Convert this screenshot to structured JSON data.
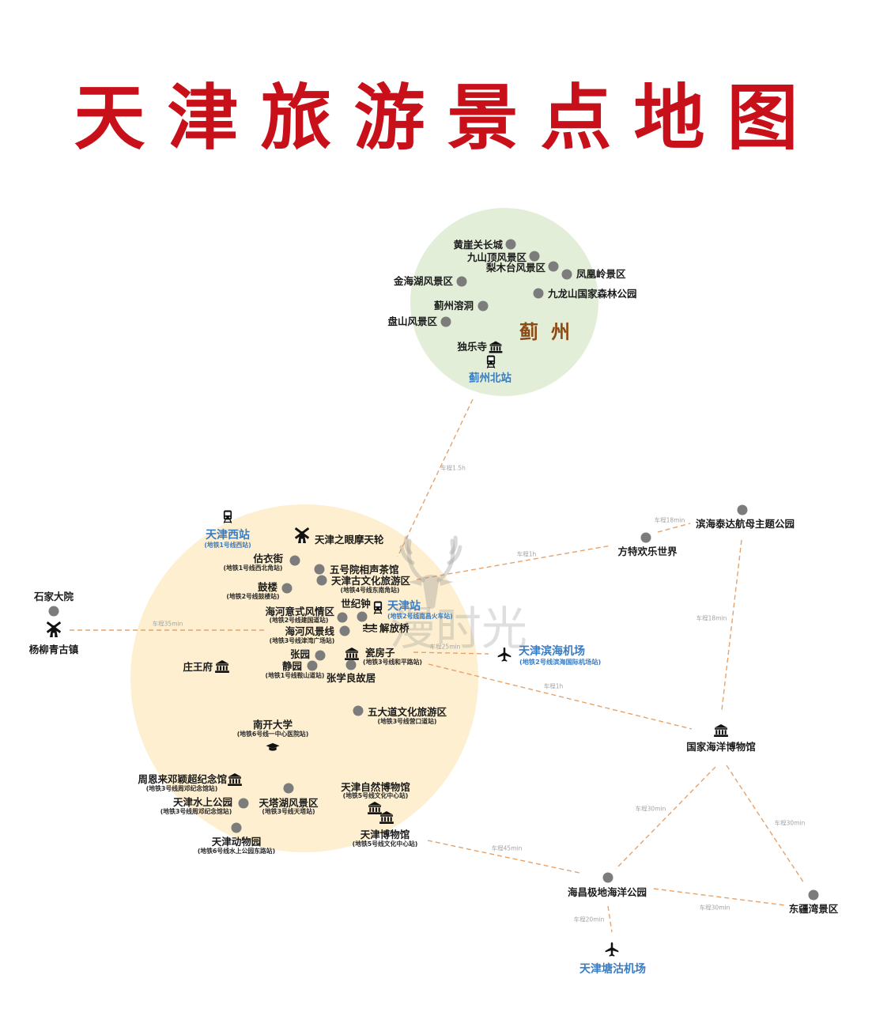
{
  "title": "天津旅游景点地图",
  "watermark": "漫时光",
  "colors": {
    "title": "#c8101a",
    "jizhou_region_fill": "#e3eed9",
    "city_region_fill": "#fdefd0",
    "station_text": "#3a7cc2",
    "route_line": "#e5a26a",
    "route_label": "#a3a3a3",
    "attraction_dot": "#7c7c7c",
    "jizhou_region_label": "#8c4a14"
  },
  "jizhou": {
    "region_label": "蓟州",
    "attractions": [
      {
        "name": "黄崖关长城",
        "icon": "dot"
      },
      {
        "name": "九山顶风景区",
        "icon": "dot"
      },
      {
        "name": "梨木台风景区",
        "icon": "dot"
      },
      {
        "name": "凤凰岭景区",
        "icon": "dot"
      },
      {
        "name": "金海湖风景区",
        "icon": "dot"
      },
      {
        "name": "九龙山国家森林公园",
        "icon": "dot"
      },
      {
        "name": "蓟州溶洞",
        "icon": "dot"
      },
      {
        "name": "盘山风景区",
        "icon": "dot"
      },
      {
        "name": "独乐寺",
        "icon": "museum-icon"
      }
    ],
    "station": {
      "name": "蓟州北站",
      "icon": "train-icon"
    }
  },
  "city": {
    "stations": [
      {
        "name": "天津西站",
        "metro": "(地铁1号线西站)",
        "icon": "train-icon"
      },
      {
        "name": "天津站",
        "metro": "(地铁2号线南昌火车站)",
        "icon": "train-icon"
      }
    ],
    "attractions": [
      {
        "name": "天津之眼摩天轮",
        "icon": "windmill-icon"
      },
      {
        "name": "估衣街",
        "metro": "(地铁1号线西北角站)",
        "icon": "dot"
      },
      {
        "name": "五号院相声茶馆",
        "icon": "dot"
      },
      {
        "name": "天津古文化旅游区",
        "metro": "(地铁4号线东南角站)",
        "icon": "dot"
      },
      {
        "name": "鼓楼",
        "metro": "(地铁2号线鼓楼站)",
        "icon": "dot"
      },
      {
        "name": "世纪钟",
        "icon": "dot"
      },
      {
        "name": "海河意式风情区",
        "metro": "(地铁2号线建国道站)",
        "icon": "dot"
      },
      {
        "name": "解放桥",
        "icon": "bridge-icon"
      },
      {
        "name": "海河风景线",
        "metro": "(地铁3号线津湾广场站)",
        "icon": "dot"
      },
      {
        "name": "张园",
        "icon": "dot"
      },
      {
        "name": "静园",
        "metro": "(地铁1号线鞍山道站)",
        "icon": "dot"
      },
      {
        "name": "瓷房子",
        "metro": "(地铁3号线和平路站)",
        "icon": "museum-icon"
      },
      {
        "name": "张学良故居",
        "icon": "dot"
      },
      {
        "name": "庄王府",
        "icon": "museum-icon"
      },
      {
        "name": "五大道文化旅游区",
        "metro": "(地铁3号线营口道站)",
        "icon": "dot"
      },
      {
        "name": "南开大学",
        "metro": "(地铁6号线一中心医院站)",
        "icon": "graduation-cap-icon"
      },
      {
        "name": "周恩来邓颖超纪念馆",
        "metro": "(地铁3号线周邓纪念馆站)",
        "icon": "museum-icon"
      },
      {
        "name": "天津水上公园",
        "metro": "(地铁3号线周邓纪念馆站)",
        "icon": "dot"
      },
      {
        "name": "天塔湖风景区",
        "metro": "(地铁3号线天塔站)",
        "icon": "dot"
      },
      {
        "name": "天津动物园",
        "metro": "(地铁6号线水上公园东路站)",
        "icon": "dot"
      },
      {
        "name": "天津自然博物馆",
        "metro": "(地铁5号线文化中心站)",
        "icon": "museum-icon"
      },
      {
        "name": "天津博物馆",
        "metro": "(地铁5号线文化中心站)",
        "icon": "museum-icon"
      }
    ]
  },
  "outskirts": {
    "attractions": [
      {
        "name": "石家大院",
        "icon": "dot"
      },
      {
        "name": "杨柳青古镇",
        "icon": "windmill-icon"
      },
      {
        "name": "方特欢乐世界",
        "icon": "dot"
      },
      {
        "name": "滨海泰达航母主题公园",
        "icon": "dot"
      },
      {
        "name": "国家海洋博物馆",
        "icon": "museum-icon"
      },
      {
        "name": "海昌极地海洋公园",
        "icon": "dot"
      },
      {
        "name": "东疆湾景区",
        "icon": "dot"
      }
    ],
    "airports": [
      {
        "name": "天津滨海机场",
        "metro": "(地铁2号线滨海国际机场站)",
        "icon": "airplane-icon"
      },
      {
        "name": "天津塘沽机场",
        "icon": "airplane-icon"
      }
    ]
  },
  "routes": [
    {
      "from": "蓟州北站",
      "duration": "车程1.5h"
    },
    {
      "from": "杨柳青古镇",
      "duration": "车程35min"
    },
    {
      "to": "方特欢乐世界",
      "duration": "车程1h"
    },
    {
      "from": "方特欢乐世界",
      "to": "滨海泰达航母主题公园",
      "duration": "车程18min"
    },
    {
      "from": "滨海泰达航母主题公园",
      "to": "国家海洋博物馆",
      "duration": "车程18min"
    },
    {
      "from": "瓷房子",
      "to": "天津滨海机场",
      "duration": "车程25min"
    },
    {
      "to": "国家海洋博物馆",
      "duration": "车程1h"
    },
    {
      "from": "天津博物馆",
      "to": "海昌极地海洋公园",
      "duration": "车程45min"
    },
    {
      "from": "国家海洋博物馆",
      "to": "海昌极地海洋公园",
      "duration": "车程30min"
    },
    {
      "from": "国家海洋博物馆",
      "to": "东疆湾景区",
      "duration": "车程30min"
    },
    {
      "from": "海昌极地海洋公园",
      "to": "东疆湾景区",
      "duration": "车程30min"
    },
    {
      "from": "海昌极地海洋公园",
      "to": "天津塘沽机场",
      "duration": "车程20min"
    }
  ]
}
